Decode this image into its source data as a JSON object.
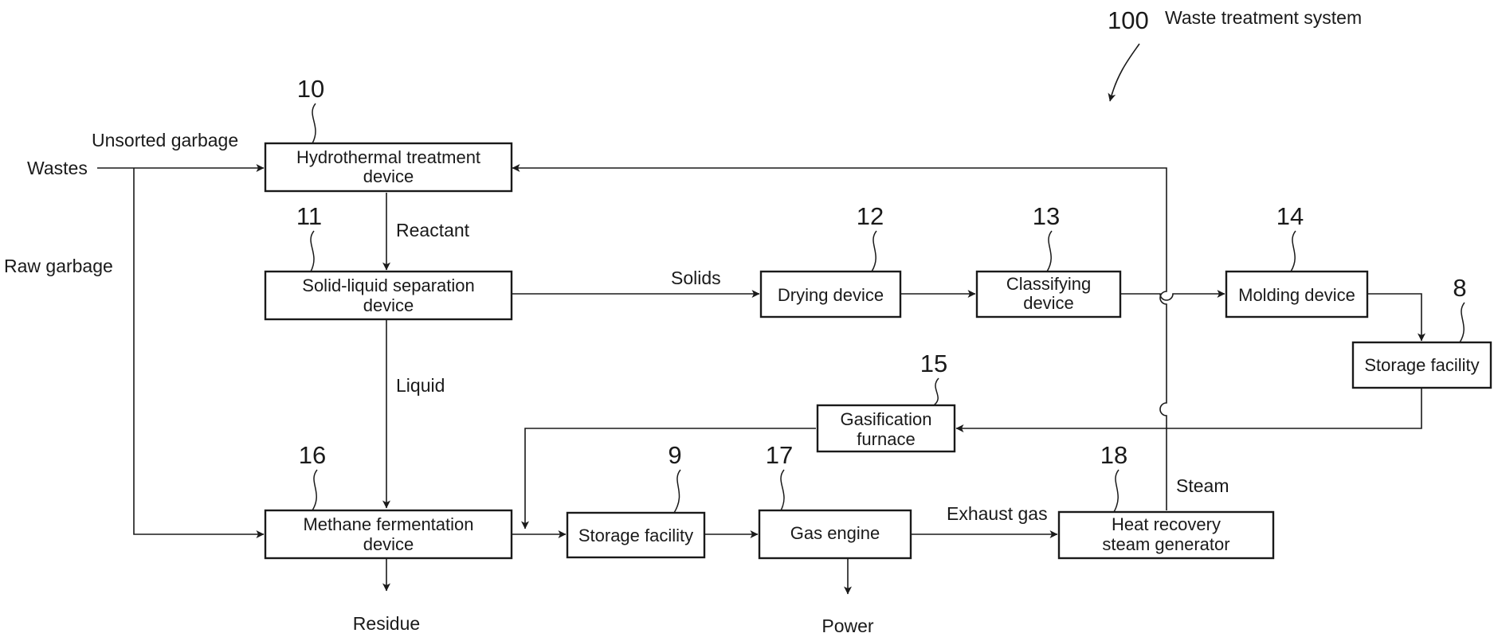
{
  "system": {
    "ref": "100",
    "label": "Waste treatment system"
  },
  "inputs": {
    "wastes": "Wastes",
    "unsorted_garbage": "Unsorted garbage",
    "raw_garbage": "Raw garbage"
  },
  "devices": {
    "hydrothermal": {
      "ref": "10",
      "line1": "Hydrothermal treatment",
      "line2": "device"
    },
    "separation": {
      "ref": "11",
      "line1": "Solid-liquid separation",
      "line2": "device"
    },
    "drying": {
      "ref": "12",
      "line1": "Drying device"
    },
    "classifying": {
      "ref": "13",
      "line1": "Classifying",
      "line2": "device"
    },
    "molding": {
      "ref": "14",
      "line1": "Molding device"
    },
    "storage_top": {
      "ref": "8",
      "line1": "Storage facility"
    },
    "gasification": {
      "ref": "15",
      "line1": "Gasification",
      "line2": "furnace"
    },
    "methane": {
      "ref": "16",
      "line1": "Methane fermentation",
      "line2": "device"
    },
    "storage_bottom": {
      "ref": "9",
      "line1": "Storage facility"
    },
    "gas_engine": {
      "ref": "17",
      "line1": "Gas engine"
    },
    "heat_recovery": {
      "ref": "18",
      "line1": "Heat recovery",
      "line2": "steam generator"
    }
  },
  "flows": {
    "reactant": "Reactant",
    "solids": "Solids",
    "liquid": "Liquid",
    "residue": "Residue",
    "power": "Power",
    "exhaust_gas": "Exhaust gas",
    "steam": "Steam"
  }
}
